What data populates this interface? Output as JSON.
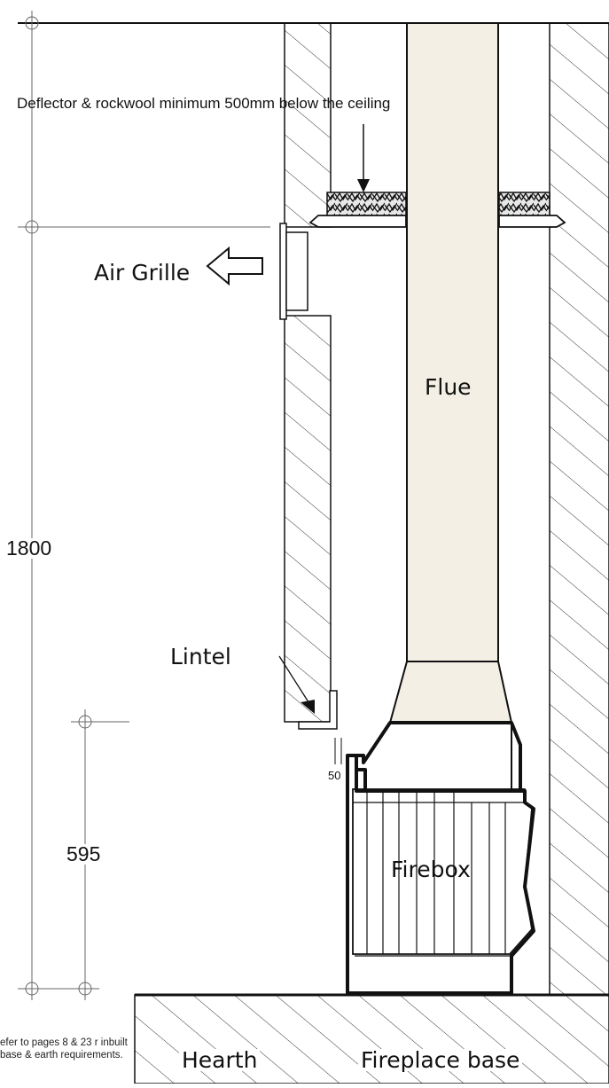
{
  "annotation": {
    "deflector_note": "Deflector & rockwool minimum 500mm below the ceiling",
    "hearth_note": "efer to pages 8 & 23 r inbuilt base & earth requirements."
  },
  "labels": {
    "air_grille": "Air Grille",
    "flue": "Flue",
    "lintel": "Lintel",
    "firebox": "Firebox",
    "hearth": "Hearth",
    "fireplace_base": "Fireplace base"
  },
  "dimensions": {
    "height_total": "1800",
    "height_lintel": "595",
    "gap": "50"
  },
  "colors": {
    "line": "#111111",
    "flue_fill": "#f4efe4",
    "hatch": "#333333"
  }
}
